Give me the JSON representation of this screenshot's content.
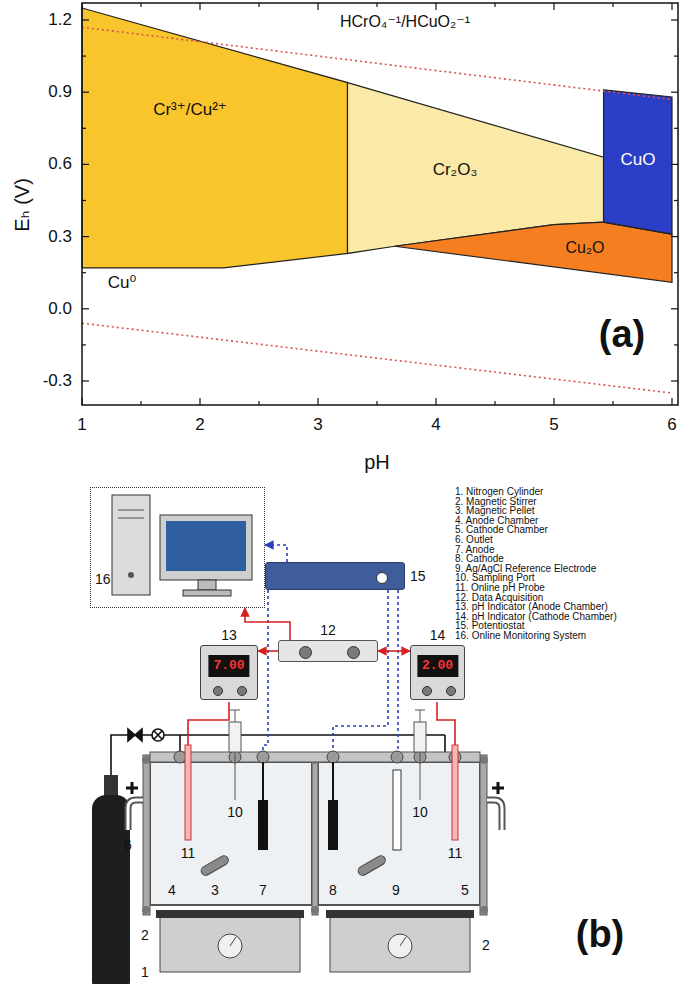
{
  "diagram": {
    "nodes": [
      {
        "text": [
          "16"
        ]
      },
      {
        "text": [
          "15"
        ]
      },
      {
        "text": [
          "12"
        ]
      },
      {
        "text": [
          "13",
          "7.00"
        ]
      },
      {
        "text": [
          "14",
          "2.00"
        ]
      }
    ],
    "edges": [
      {
        "from": 2,
        "to": 0,
        "arrow": "to"
      },
      {
        "from": 1,
        "to": 0,
        "arrow": "to"
      },
      {
        "from": 2,
        "to": 3,
        "arrow": "to"
      },
      {
        "from": 2,
        "to": 4,
        "arrow": "both"
      }
    ],
    "labels": [
      "HCrO₄⁻¹/HCuO₂⁻¹",
      "Cr³⁺/Cu²⁺",
      "Cr₂O₃",
      "CuO",
      "Cu₂O",
      "Cu⁰",
      "(a)",
      "Eₕ (V)",
      "pH",
      "1.2",
      "0.9",
      "0.6",
      "0.3",
      "0.0",
      "-0.3",
      "1",
      "2",
      "3",
      "4",
      "5",
      "6",
      "(b)",
      "1",
      "2",
      "2",
      "3",
      "4",
      "5",
      "6",
      "7",
      "8",
      "9",
      "10",
      "10",
      "11",
      "11",
      "1.  Nitrogen Cylinder",
      "2.  Magnetic Stirrer",
      "3.  Magnetic Pellet",
      "4.  Anode Chamber",
      "5.  Cathode Chamber",
      "6.  Outlet",
      "7.  Anode",
      "8.  Cathode",
      "9.  Ag/AgCl Reference Electrode",
      "10. Sampling Port",
      "11. Online pH Probe",
      "12. Data Acquisition",
      "13. pH Indicator (Anode Chamber)",
      "14. pH Indicator (Cathode Chamber)",
      "15. Potentiostat",
      "16. Online Monitoring System"
    ]
  }
}
